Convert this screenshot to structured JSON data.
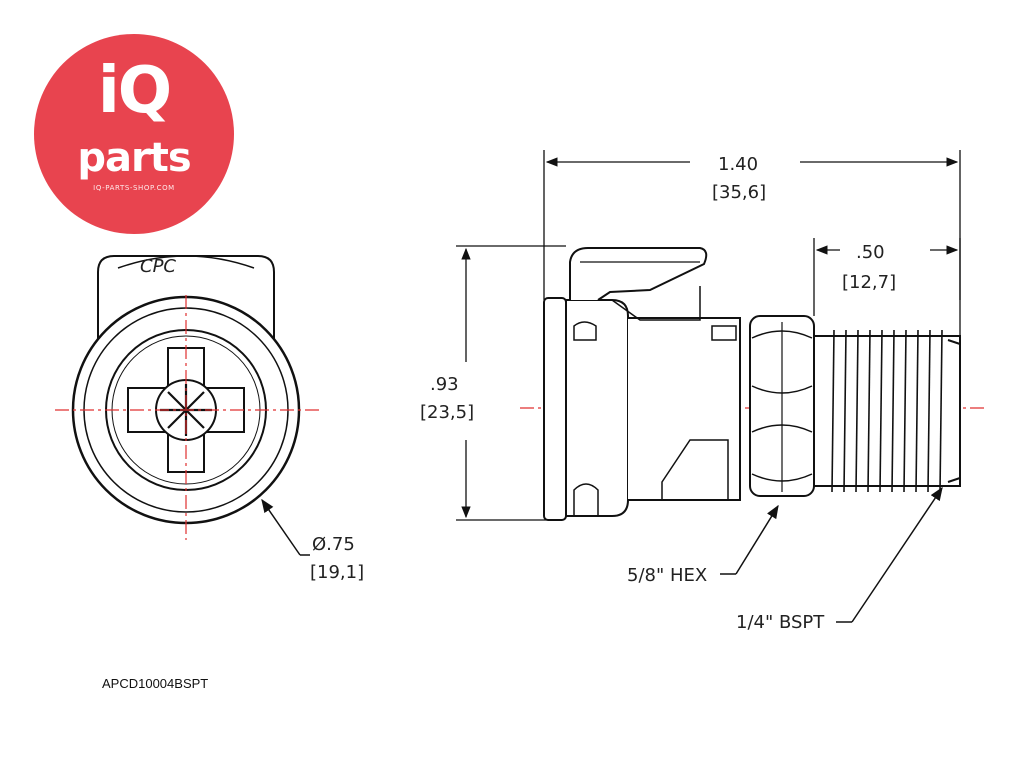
{
  "logo": {
    "word1": "iQ",
    "word2": "parts",
    "url": "IQ-PARTS-SHOP.COM",
    "brand_color": "#e8444f"
  },
  "front_view": {
    "emboss": "CPC",
    "diameter": "Ø.75",
    "diameter_mm": "[19,1]"
  },
  "side_view": {
    "overall_length": "1.40",
    "overall_length_mm": "[35,6]",
    "thread_length": ".50",
    "thread_length_mm": "[12,7]",
    "height": ".93",
    "height_mm": "[23,5]",
    "hex_label": "5/8\" HEX",
    "thread_label": "1/4\" BSPT"
  },
  "part_number": "APCD10004BSPT",
  "colors": {
    "centerline": "#e03030",
    "line": "#111111"
  }
}
